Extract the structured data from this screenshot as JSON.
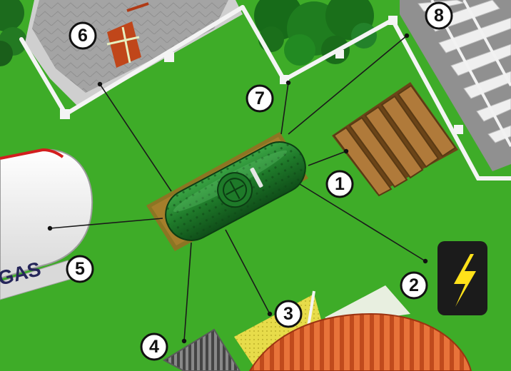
{
  "gas_truck_label": "GAS",
  "callouts": [
    {
      "number": "1",
      "target": "wooden-deck"
    },
    {
      "number": "2",
      "target": "electric-sign"
    },
    {
      "number": "3",
      "target": "patio-paving"
    },
    {
      "number": "4",
      "target": "drain-grate"
    },
    {
      "number": "5",
      "target": "gas-truck"
    },
    {
      "number": "6",
      "target": "house"
    },
    {
      "number": "7",
      "target": "garden-fence"
    },
    {
      "number": "8",
      "target": "railway-tracks"
    }
  ],
  "colors": {
    "lawn": "#43b02a",
    "tank": "#1f7a2a",
    "fence": "#f4f4f4",
    "deck": "#9a6a2c",
    "sign": "#1b1b1b",
    "bolt": "#ffe11a"
  }
}
